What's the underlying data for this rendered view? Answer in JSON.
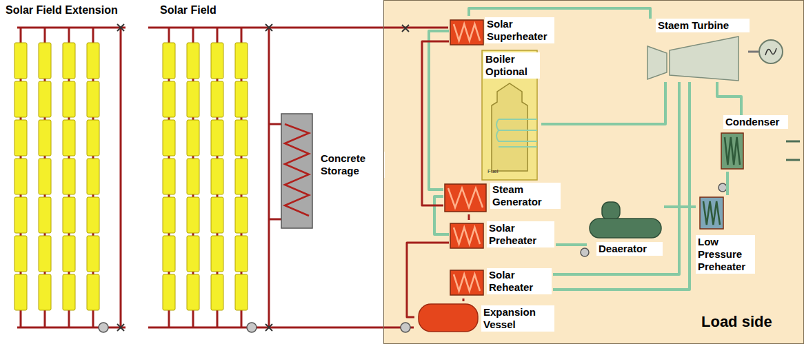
{
  "diagram": {
    "nodes": [
      {
        "text": [
          "Concrete Storage"
        ]
      },
      {
        "text": [
          "Load side"
        ]
      },
      {
        "text": [
          "Solar Superheater"
        ],
        "in": 1
      },
      {
        "text": [
          "Staem Turbine"
        ],
        "in": 1
      },
      {
        "text": [
          "Boiler Optional"
        ],
        "in": 1
      },
      {
        "text": [
          "Condenser"
        ],
        "in": 1
      },
      {
        "text": [
          "Steam Generator"
        ],
        "in": 1
      },
      {
        "text": [
          "Solar Preheater"
        ],
        "in": 1
      },
      {
        "text": [
          "Low Pressure Preheater"
        ],
        "in": 1
      },
      {
        "text": [
          "Solar Reheater"
        ],
        "in": 1
      },
      {
        "text": [
          "Deaerator"
        ],
        "in": 1
      },
      {
        "text": [
          "Expansion Vessel"
        ],
        "in": 1
      }
    ],
    "edges": [
      {
        "from": 2,
        "to": 3,
        "arrow": "none"
      },
      {
        "from": 3,
        "to": 5,
        "arrow": "none"
      },
      {
        "from": 5,
        "to": 8,
        "arrow": "none"
      },
      {
        "from": 8,
        "to": 10,
        "arrow": "none"
      },
      {
        "from": 10,
        "to": 7,
        "arrow": "none"
      },
      {
        "from": 7,
        "to": 6,
        "arrow": "none"
      },
      {
        "from": 6,
        "to": 2,
        "arrow": "none"
      },
      {
        "from": 3,
        "to": 9,
        "arrow": "none"
      },
      {
        "from": 9,
        "to": 3,
        "arrow": "none"
      },
      {
        "from": 4,
        "to": 3,
        "arrow": "none"
      },
      {
        "from": 2,
        "to": 6,
        "arrow": "none"
      },
      {
        "from": 6,
        "to": 7,
        "arrow": "none"
      },
      {
        "from": 7,
        "to": 11,
        "arrow": "none"
      },
      {
        "from": 9,
        "to": 11,
        "arrow": "none"
      }
    ],
    "labels": [
      "Solar Field Extension",
      "Solar Field",
      "Fuel"
    ]
  }
}
